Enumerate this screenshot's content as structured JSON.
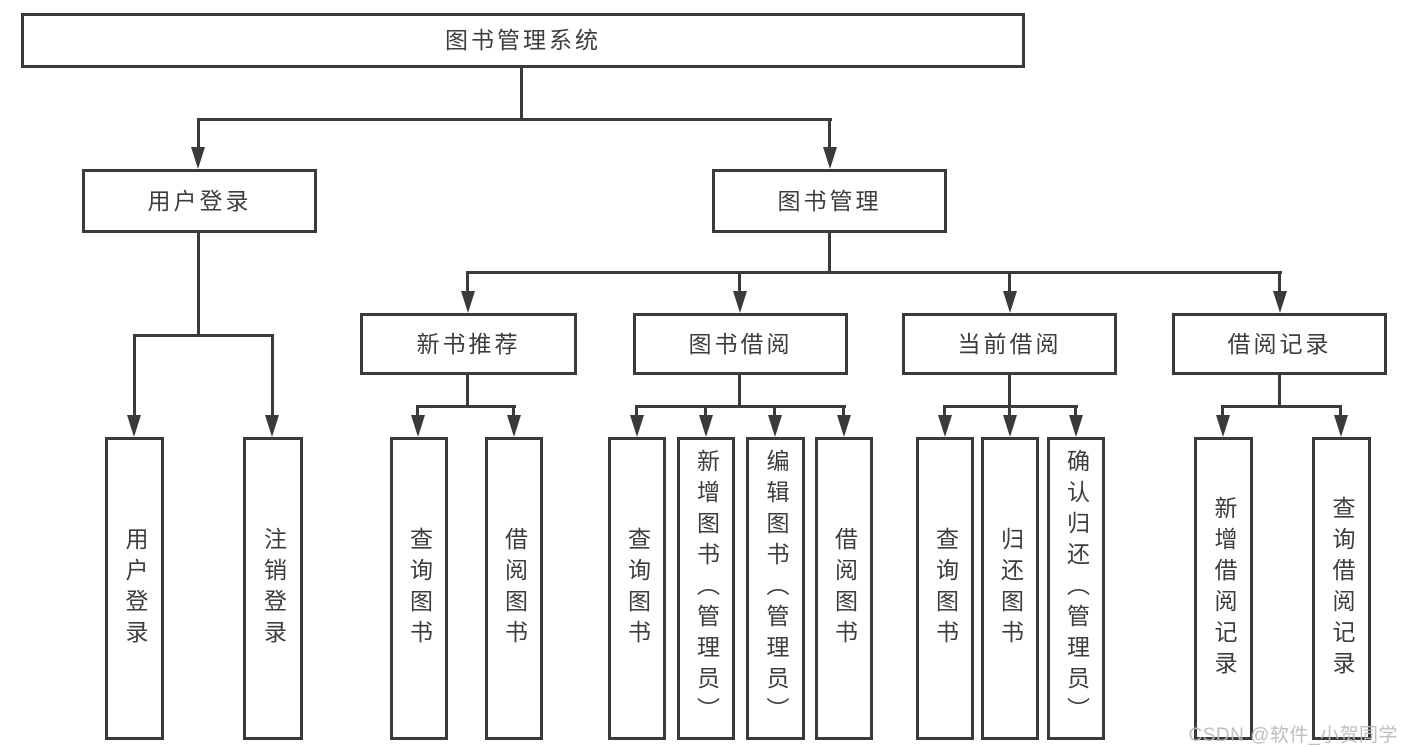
{
  "nodes": {
    "root": "图书管理系统",
    "user_login": "用户登录",
    "book_mgmt": "图书管理",
    "new_book": "新书推荐",
    "book_borrow": "图书借阅",
    "current_borrow": "当前借阅",
    "borrow_record": "借阅记录"
  },
  "leaves": {
    "user_login": [
      "用户登录",
      "注销登录"
    ],
    "new_book": [
      "查询图书",
      "借阅图书"
    ],
    "book_borrow": [
      "查询图书",
      "新增图书（管理员）",
      "编辑图书（管理员）",
      "借阅图书"
    ],
    "current_borrow": [
      "查询图书",
      "归还图书",
      "确认归还（管理员）"
    ],
    "borrow_record": [
      "新增借阅记录",
      "查询借阅记录"
    ]
  },
  "watermark": {
    "text": "CSDN @软件_小贺同学",
    "color": "#bcbcbc"
  },
  "colors": {
    "line": "#3a3a3a",
    "text": "#3d3d3d",
    "background": "#ffffff"
  }
}
